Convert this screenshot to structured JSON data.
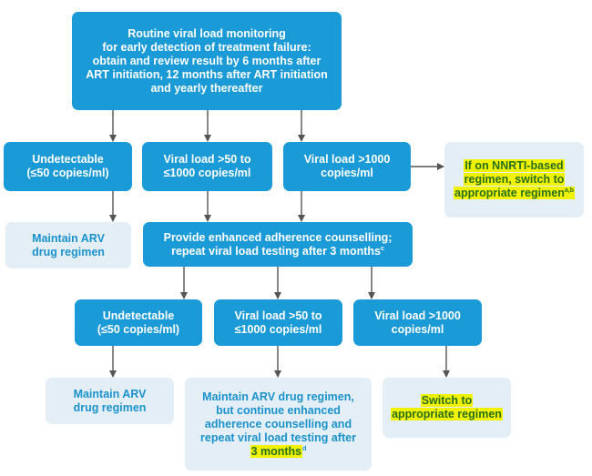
{
  "top": {
    "lines": [
      "Routine viral load monitoring",
      "for early detection of treatment failure:",
      "obtain and review result by 6 months after",
      "ART initiation, 12 months after ART initiation",
      "and yearly thereafter"
    ]
  },
  "row1": {
    "undetectable": [
      "Undetectable",
      "(≤50 copies/ml)"
    ],
    "mid": [
      "Viral load >50 to",
      "≤1000 copies/ml"
    ],
    "high": [
      "Viral load >1000",
      "copies/ml"
    ],
    "nnrti": [
      "If on NNRTI-based",
      "regimen, switch to",
      "appropriate regimen"
    ],
    "nnrti_sup": "a,b"
  },
  "maintain1": [
    "Maintain ARV",
    "drug regimen"
  ],
  "counsel": {
    "lines": [
      "Provide enhanced adherence counselling;",
      "repeat viral load testing after 3 months"
    ],
    "sup": "c"
  },
  "row2": {
    "undetectable": [
      "Undetectable",
      "(≤50 copies/ml)"
    ],
    "mid": [
      "Viral load >50 to",
      "≤1000 copies/ml"
    ],
    "high": [
      "Viral load >1000",
      "copies/ml"
    ]
  },
  "maintain2": [
    "Maintain ARV",
    "drug regimen"
  ],
  "continue": {
    "lines": [
      "Maintain ARV drug regimen,",
      "but continue enhanced",
      "adherence counselling and",
      "repeat viral load testing after"
    ],
    "highlight": "3 months",
    "sup": "d"
  },
  "switch": [
    "Switch to",
    "appropriate regimen"
  ],
  "colors": {
    "blue": "#1a9ad6",
    "pale": "#e4eef6",
    "pale_text": "#1a92cc",
    "highlight": "#f0f200",
    "highlight_text": "#2a6f1e",
    "arrow": "#555555"
  }
}
